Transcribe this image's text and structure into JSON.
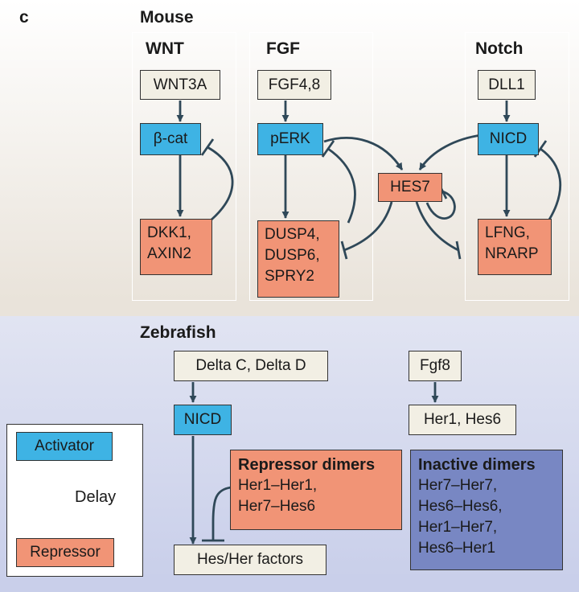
{
  "panel_letter": "c",
  "mouse": {
    "title": "Mouse",
    "wnt": {
      "label": "WNT",
      "ligand": "WNT3A",
      "effector": "β-cat",
      "targets": [
        "DKK1,",
        "AXIN2"
      ]
    },
    "fgf": {
      "label": "FGF",
      "ligand": "FGF4,8",
      "effector": "pERK",
      "targets": [
        "DUSP4,",
        "DUSP6,",
        "SPRY2"
      ]
    },
    "notch": {
      "label": "Notch",
      "ligand": "DLL1",
      "effector": "NICD",
      "targets": [
        "LFNG,",
        "NRARP"
      ]
    },
    "hub": "HES7"
  },
  "zebrafish": {
    "title": "Zebrafish",
    "delta": "Delta C, Delta D",
    "nicd": "NICD",
    "fgf8": "Fgf8",
    "her_hes": "Her1, Hes6",
    "repressor_dimers": {
      "title": "Repressor dimers",
      "items": [
        "Her1–Her1,",
        "Her7–Hes6"
      ]
    },
    "inactive_dimers": {
      "title": "Inactive dimers",
      "items": [
        "Her7–Her7,",
        "Hes6–Hes6,",
        "Her1–Her7,",
        "Hes6–Her1"
      ]
    },
    "factors": "Hes/Her factors"
  },
  "legend": {
    "activator": "Activator",
    "repressor": "Repressor",
    "delay": "Delay"
  },
  "colors": {
    "activator": "#3eb3e4",
    "repressor": "#f19476",
    "inactive": "#7887c3",
    "neutral": "#f2efe4",
    "arrow": "#2f4858"
  }
}
